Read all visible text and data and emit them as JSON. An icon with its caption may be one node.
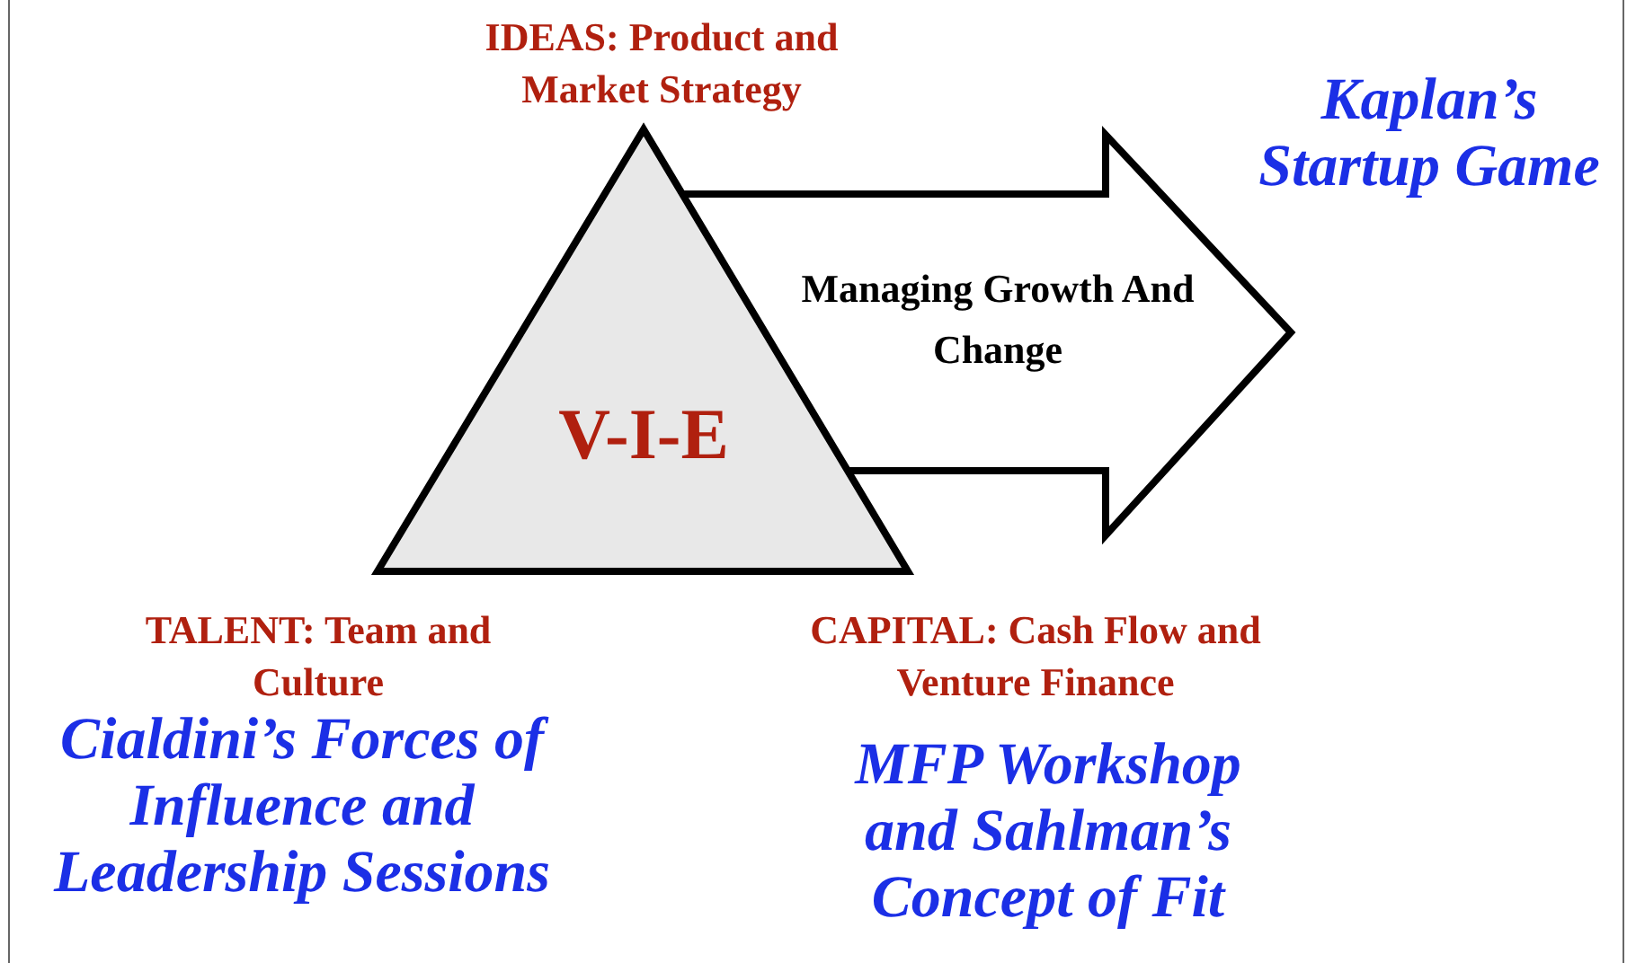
{
  "diagram": {
    "nodes": [
      {
        "text": [
          "V-I-E"
        ],
        "beside": [
          "IDEAS: Product and Market Strategy",
          "TALENT: Team and Culture",
          "CAPITAL:  Cash Flow and Venture Finance"
        ]
      },
      {
        "text": [
          "Managing Growth And Change"
        ]
      }
    ],
    "edges": [],
    "labels": [
      "Kaplan’s Startup Game",
      "Cialdini’s Forces of Influence and Leadership Sessions",
      "MFP Workshop and Sahlman’s Concept of Fit"
    ]
  }
}
